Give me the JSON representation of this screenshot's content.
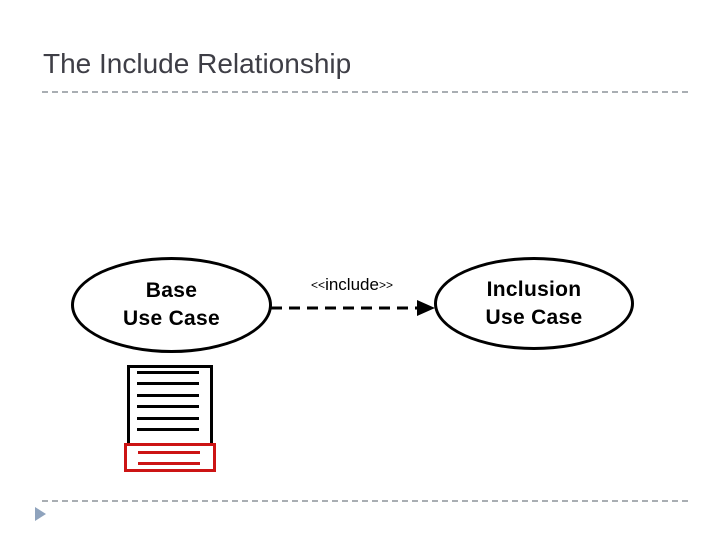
{
  "slide": {
    "title": "The Include Relationship",
    "colors": {
      "title_text": "#3e3e46",
      "shape_outline": "#000000",
      "accent_red": "#cc1414",
      "footer_triangle": "#8fa3bd",
      "separator": "#a9aeb3"
    },
    "icons": {
      "document": "document-lines-icon",
      "footer": "play-triangle-icon"
    }
  },
  "diagram": {
    "base_use_case": {
      "line1": "Base",
      "line2": "Use Case"
    },
    "include_label": {
      "open": "<<",
      "word": "include",
      "close": ">>"
    },
    "inclusion_use_case": {
      "line1": "Inclusion",
      "line2": "Use Case"
    }
  }
}
